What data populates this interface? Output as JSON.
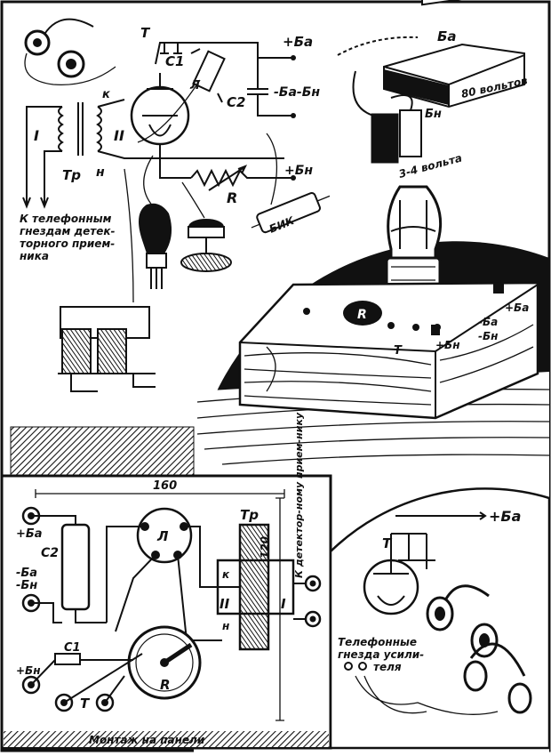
{
  "labels": {
    "plus_ba_top": "+Ба",
    "minus_ba_minus_bn": "-Ба-Бн",
    "plus_bn_top": "+Бн",
    "T_top": "Т",
    "C1_top": "C1",
    "L_top": "Л",
    "C2_top": "C2",
    "k_top": "к",
    "n_top": "н",
    "I_top": "I",
    "II_top": "II",
    "Tr_top": "Тр",
    "R_top": "R",
    "battery_ba": "Ба",
    "battery_80v": "80 вольтов",
    "battery_bn": "Бн",
    "battery_34v": "3-4 вольта",
    "bik": "БИК",
    "note_line1": "К телефонным",
    "note_line2": "гнездам детек-",
    "note_line3": "торного прием-",
    "note_line4": "ника",
    "box_R": "R",
    "box_T": "Т",
    "box_plus_bn": "+Бн",
    "box_minus_ba": "-Ба",
    "box_minus_bn": "-Бн",
    "box_plus_ba": "+Ба",
    "dim_160": "160",
    "dim_120": "120",
    "side_note": "К детектор-ному прием-нику",
    "pan_plus_ba": "+Ба",
    "pan_C2": "C2",
    "pan_minus_ba": "-Ба",
    "pan_minus_bn": "-Бн",
    "pan_L": "Л",
    "pan_Tr": "Тр",
    "pan_k": "к",
    "pan_II": "II",
    "pan_n": "н",
    "pan_I": "I",
    "pan_C1": "C1",
    "pan_plus_bn": "+Бн",
    "pan_R": "R",
    "pan_T": "Т",
    "caption": "Монтаж на панели",
    "inset_plus_ba": "+Ба",
    "inset_T": "Т",
    "inset_note1": "Телефонные",
    "inset_note2": "гнезда усили-",
    "inset_note3": "теля"
  }
}
